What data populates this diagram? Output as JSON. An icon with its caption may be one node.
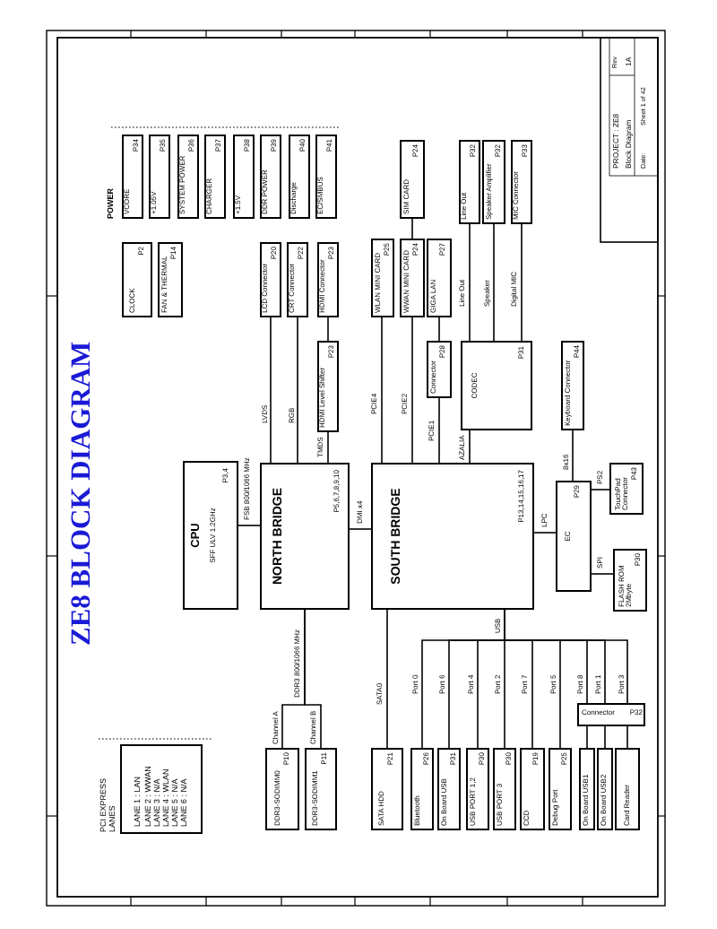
{
  "diagram": {
    "title": "ZE8 BLOCK DIAGRAM",
    "nodes": [
      {
        "text": [
          "CPU",
          "SFF ULV 1.2GHz",
          "P3,4"
        ]
      },
      {
        "text": [
          "NORTH BRIDGE",
          "P5,6,7,8,9,10"
        ]
      },
      {
        "text": [
          "SOUTH BRIDGE",
          "P13,14,15,16,17"
        ]
      },
      {
        "text": [
          "LCD Connector",
          "P20"
        ]
      },
      {
        "text": [
          "CRT Connector",
          "P22"
        ]
      },
      {
        "text": [
          "HDMI Level Shifter",
          "P23"
        ]
      },
      {
        "text": [
          "HDMI Connector",
          "P23"
        ]
      },
      {
        "text": [
          "DDR3-SODIMM0",
          "P10"
        ]
      },
      {
        "text": [
          "DDR3-SODIMM1",
          "P11"
        ]
      },
      {
        "text": [
          "WLAN MINI CARD",
          "P25"
        ]
      },
      {
        "text": [
          "WWAN MINI CARD",
          "P24"
        ]
      },
      {
        "text": [
          "SIM CARD",
          "P24"
        ]
      },
      {
        "text": [
          "GIGA LAN",
          "P27"
        ]
      },
      {
        "text": [
          "Connector",
          "P28"
        ]
      },
      {
        "text": [
          "CODEC",
          "P31"
        ]
      },
      {
        "text": [
          "Line Out",
          "P32"
        ]
      },
      {
        "text": [
          "Speaker Amplifier",
          "P32"
        ]
      },
      {
        "text": [
          "MIC Connector",
          "P33"
        ]
      },
      {
        "text": [
          "Keyboard Connector",
          "P44"
        ]
      },
      {
        "text": [
          "EC",
          "P29"
        ]
      },
      {
        "text": [
          "TouchPad Connector",
          "P43"
        ]
      },
      {
        "text": [
          "FLASH ROM",
          "2Mbyte",
          "P30"
        ]
      },
      {
        "text": [
          "SATA HDD",
          "P21"
        ]
      },
      {
        "text": [
          "Bluetooth",
          "P26"
        ]
      },
      {
        "text": [
          "On Board USB",
          "P31"
        ]
      },
      {
        "text": [
          "USB PORT 1,2",
          "P30"
        ]
      },
      {
        "text": [
          "USB PORT 3",
          "P30"
        ]
      },
      {
        "text": [
          "CCD",
          "P19"
        ]
      },
      {
        "text": [
          "Debug Port",
          "P25"
        ]
      },
      {
        "text": [
          "On Board USB1"
        ]
      },
      {
        "text": [
          "On Board USB2"
        ]
      },
      {
        "text": [
          "Card Reader"
        ]
      },
      {
        "text": [
          "Connector",
          "P32"
        ]
      },
      {
        "text": [
          "PCI EXPRESS LANES",
          "LANE 1 : LAN",
          "LANE 2 : WWAN",
          "LANE 3 : N/A",
          "LANE 4 : WLAN",
          "LANE 5 : N/A",
          "LANE 6 : N/A"
        ]
      },
      {
        "text": [
          "VCORE",
          "P34"
        ]
      },
      {
        "text": [
          "+1.05V",
          "P35"
        ]
      },
      {
        "text": [
          "SYSTEM POWER",
          "P36"
        ]
      },
      {
        "text": [
          "CHARGER",
          "P37"
        ]
      },
      {
        "text": [
          "+1.5V",
          "P38"
        ]
      },
      {
        "text": [
          "DDR POWER",
          "P39"
        ]
      },
      {
        "text": [
          "Discharge",
          "P40"
        ]
      },
      {
        "text": [
          "EC/SMBUS",
          "P41"
        ]
      },
      {
        "text": [
          "CLOCK",
          "P2"
        ]
      },
      {
        "text": [
          "FAN & THERMAL",
          "P14"
        ]
      }
    ],
    "edges": [
      {
        "from": 0,
        "to": 1,
        "label": "FSB 800/1066 MHz",
        "arrow": "none"
      },
      {
        "from": 1,
        "to": 3,
        "label": "LVDS",
        "arrow": "none"
      },
      {
        "from": 1,
        "to": 4,
        "label": "RGB",
        "arrow": "none"
      },
      {
        "from": 1,
        "to": 5,
        "label": "TMDS",
        "arrow": "none"
      },
      {
        "from": 5,
        "to": 6,
        "arrow": "none"
      },
      {
        "from": 1,
        "to": 2,
        "label": "DMI x4",
        "arrow": "none"
      },
      {
        "from": 1,
        "to": 7,
        "label": "Channel A",
        "arrow": "none"
      },
      {
        "from": 1,
        "to": 8,
        "label": "Channel B",
        "arrow": "none"
      },
      {
        "from": 2,
        "to": 9,
        "label": "PCIE4",
        "arrow": "none"
      },
      {
        "from": 2,
        "to": 10,
        "label": "PCIE2",
        "arrow": "none"
      },
      {
        "from": 10,
        "to": 11,
        "arrow": "none"
      },
      {
        "from": 2,
        "to": 13,
        "label": "PCIE1",
        "arrow": "none"
      },
      {
        "from": 13,
        "to": 12,
        "arrow": "none"
      },
      {
        "from": 2,
        "to": 14,
        "label": "AZALIA",
        "arrow": "none"
      },
      {
        "from": 14,
        "to": 15,
        "label": "Line Out",
        "arrow": "none"
      },
      {
        "from": 14,
        "to": 16,
        "label": "Speaker",
        "arrow": "none"
      },
      {
        "from": 14,
        "to": 17,
        "label": "Digital MIC",
        "arrow": "none"
      },
      {
        "from": 2,
        "to": 19,
        "label": "LPC",
        "arrow": "none"
      },
      {
        "from": 19,
        "to": 18,
        "label": "8x16",
        "arrow": "none"
      },
      {
        "from": 19,
        "to": 20,
        "label": "PS2",
        "arrow": "none"
      },
      {
        "from": 19,
        "to": 21,
        "label": "SPI",
        "arrow": "none"
      },
      {
        "from": 2,
        "to": 22,
        "label": "SATA0",
        "arrow": "none"
      },
      {
        "from": 2,
        "to": 23,
        "label": "Port 0",
        "arrow": "none"
      },
      {
        "from": 2,
        "to": 24,
        "label": "Port 6",
        "arrow": "none"
      },
      {
        "from": 2,
        "to": 25,
        "label": "Port 4",
        "arrow": "none"
      },
      {
        "from": 2,
        "to": 26,
        "label": "Port 2",
        "arrow": "none"
      },
      {
        "from": 2,
        "to": 27,
        "label": "Port 7",
        "arrow": "none"
      },
      {
        "from": 2,
        "to": 28,
        "label": "Port 5",
        "arrow": "none"
      },
      {
        "from": 2,
        "to": 32,
        "label": "Port 8",
        "arrow": "none"
      },
      {
        "from": 2,
        "to": 32,
        "label": "Port 1",
        "arrow": "none"
      },
      {
        "from": 2,
        "to": 32,
        "label": "Port 3",
        "arrow": "none"
      },
      {
        "from": 32,
        "to": 29,
        "arrow": "none"
      },
      {
        "from": 32,
        "to": 30,
        "arrow": "none"
      },
      {
        "from": 32,
        "to": 31,
        "arrow": "none"
      }
    ],
    "labels": [
      "POWER",
      "DDR3 800/1066 MHz",
      "USB",
      "PROJECT : ZE8",
      "Block Diagram",
      "Date:",
      "Sheet 1 of 42",
      "Rev",
      "1A"
    ]
  }
}
